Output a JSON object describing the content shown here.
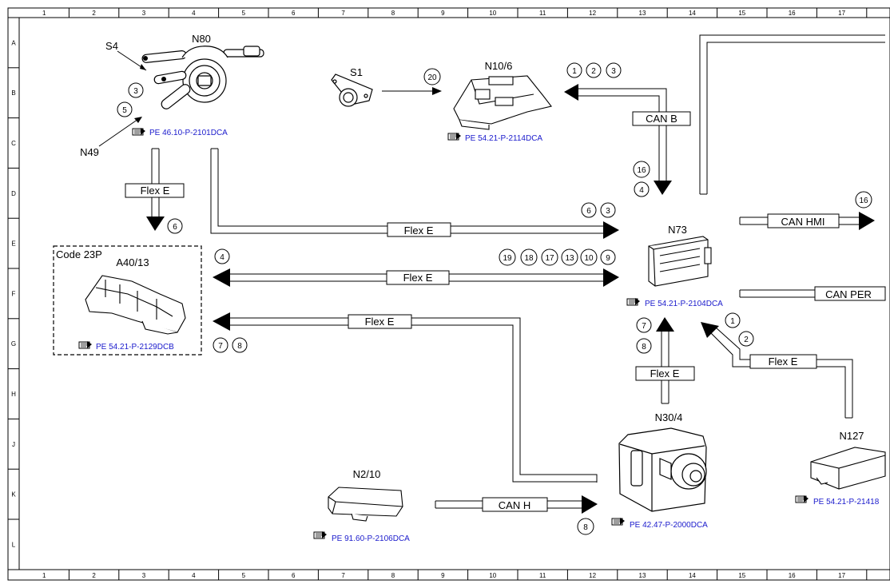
{
  "grid": {
    "columns": [
      "1",
      "2",
      "3",
      "4",
      "5",
      "6",
      "7",
      "8",
      "9",
      "10",
      "11",
      "12",
      "13",
      "14",
      "15",
      "16",
      "17"
    ],
    "rows": [
      "A",
      "B",
      "C",
      "D",
      "E",
      "F",
      "G",
      "H",
      "J",
      "K",
      "L"
    ]
  },
  "components": {
    "n80": {
      "label": "N80",
      "ref": "PE 46.10-P-2101DCA"
    },
    "s4": {
      "label": "S4"
    },
    "n49": {
      "label": "N49"
    },
    "s1": {
      "label": "S1"
    },
    "n10_6": {
      "label": "N10/6",
      "ref": "PE 54.21-P-2114DCA"
    },
    "a40_13": {
      "label": "A40/13",
      "code": "Code 23P",
      "ref": "PE 54.21-P-2129DCB"
    },
    "n73": {
      "label": "N73",
      "ref": "PE 54.21-P-2104DCA"
    },
    "n30_4": {
      "label": "N30/4",
      "ref": "PE 42.47-P-2000DCA"
    },
    "n127": {
      "label": "N127",
      "ref": "PE 54.21-P-21418"
    },
    "n2_10": {
      "label": "N2/10",
      "ref": "PE 91.60-P-2106DCA"
    }
  },
  "buses": {
    "flex_e": "Flex E",
    "can_b": "CAN B",
    "can_hmi": "CAN HMI",
    "can_per": "CAN PER",
    "can_h": "CAN H"
  },
  "markers": {
    "n80_a": "3",
    "n80_b": "5",
    "s1_out": "20",
    "canb_1": "1",
    "canb_2": "2",
    "canb_3": "3",
    "canb_16": "16",
    "canb_4": "4",
    "flexe_top_6": "6",
    "flexe_top_3": "3",
    "flexe_left_6": "6",
    "a40_4": "4",
    "mid_19": "19",
    "mid_18": "18",
    "mid_17": "17",
    "mid_13": "13",
    "mid_10": "10",
    "mid_9": "9",
    "a40_7": "7",
    "a40_8": "8",
    "canhmi_16": "16",
    "n30_7": "7",
    "n30_8": "8",
    "n127_1": "1",
    "n127_2": "2",
    "canh_8": "8"
  }
}
